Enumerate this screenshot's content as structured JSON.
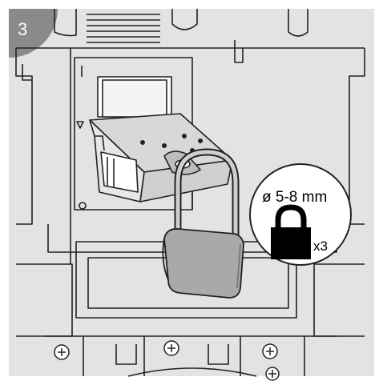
{
  "step": {
    "number": "3"
  },
  "lock_spec": {
    "shackle_diameter": "ø 5-8 mm",
    "quantity": "x3"
  },
  "colors": {
    "background": "#e3e3e3",
    "frame": "#ffffff",
    "step_badge": "#8a8a8a",
    "line": "#222222",
    "padlock_body": "#a9a9a9",
    "icon": "#000000"
  },
  "icons": [
    "padlock-icon",
    "screw-icon"
  ]
}
